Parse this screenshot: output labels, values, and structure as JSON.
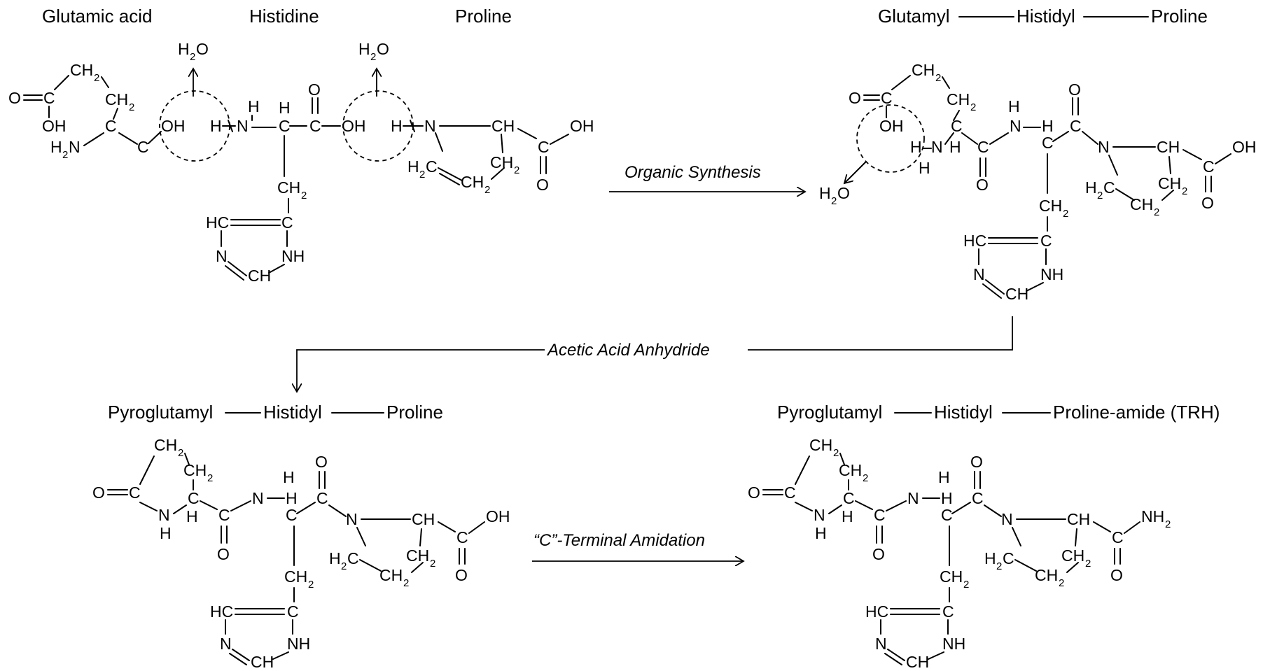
{
  "residue_labels": {
    "glutamic_acid": "Glutamic acid",
    "histidine": "Histidine",
    "proline": "Proline"
  },
  "products": {
    "p1": [
      "Glutamyl",
      "Histidyl",
      "Proline"
    ],
    "p2": [
      "Pyroglutamyl",
      "Histidyl",
      "Proline"
    ],
    "p3": [
      "Pyroglutamyl",
      "Histidyl",
      "Proline-amide (TRH)"
    ]
  },
  "steps": {
    "organic_synthesis": "Organic Synthesis",
    "acetic_acid_anhydride": "Acetic Acid Anhydride",
    "c_terminal_amidation": "“C”-Terminal Amidation"
  },
  "byproduct": "H₂O"
}
